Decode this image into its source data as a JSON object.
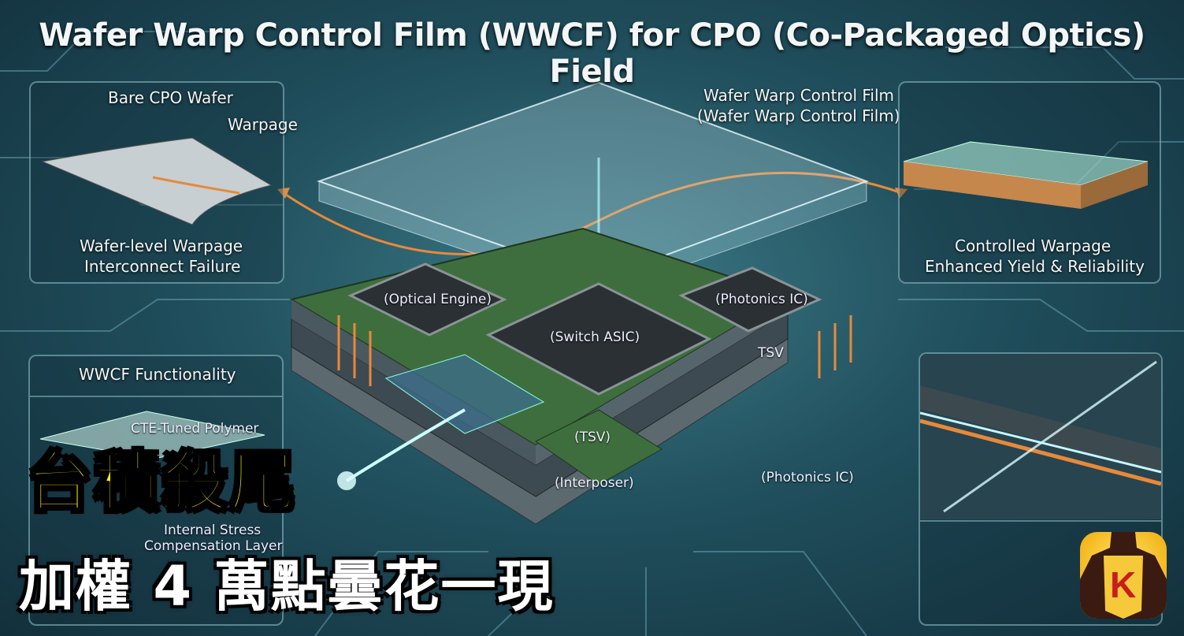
{
  "title": "Wafer Warp Control Film (WWCF) for CPO (Co-Packaged Optics) Field",
  "left_panel": {
    "heading": "Bare CPO Wafer",
    "warpage_label": "Warpage",
    "caption_line1": "Wafer-level Warpage",
    "caption_line2": "Interconnect Failure"
  },
  "film_label": {
    "line1": "Wafer Warp Control Film",
    "line2": "(Wafer Warp Control Film)"
  },
  "right_panel": {
    "caption_line1": "Controlled Warpage",
    "caption_line2": "Enhanced Yield & Reliability"
  },
  "chip_labels": {
    "optical_engine": "(Optical Engine)",
    "photonics_ic_top": "(Photonics IC)",
    "switch_asic": "(Switch ASIC)",
    "tsv_right": "TSV",
    "tsv_front": "(TSV)",
    "interposer": "(Interposer)",
    "photonics_ic_bottom": "(Photonics IC)"
  },
  "functionality_panel": {
    "heading": "WWCF Functionality",
    "layer1": "CTE-Tuned Polymer",
    "layer2_line1": "Internal Stress",
    "layer2_line2": "Compensation Layer"
  },
  "overlay": {
    "headline": "台積殺尾",
    "subheadline": "加權 4 萬點曇花一現"
  },
  "logo": {
    "letter": "K"
  },
  "colors": {
    "yellow": "#fff200",
    "copper": "#e8893a",
    "board_green": "#3f6e3e",
    "accent_cyan": "#7fe3f0"
  }
}
